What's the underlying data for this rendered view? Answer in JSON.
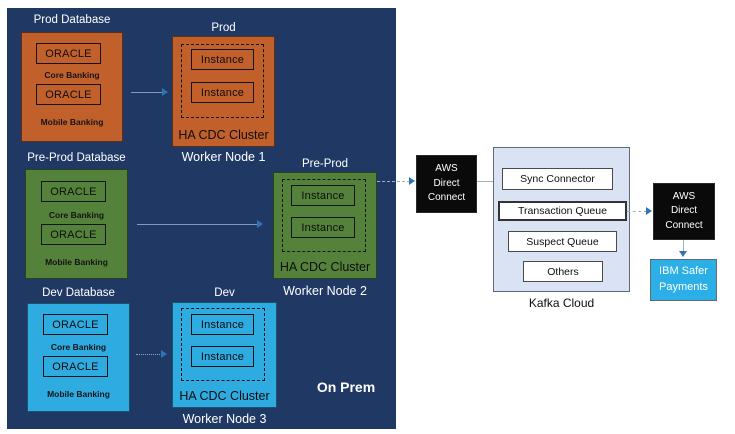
{
  "on_prem_label": "On Prem",
  "environments": [
    {
      "name": "prod",
      "db_title": "Prod Database",
      "db": {
        "oracle_core": "ORACLE",
        "core_label": "Core Banking",
        "oracle_mobile": "ORACLE",
        "mobile_label": "Mobile Banking"
      },
      "cluster_title": "Prod",
      "cluster": {
        "instance_1": "Instance",
        "instance_2": "Instance",
        "caption": "HA CDC Cluster"
      },
      "worker_label": "Worker Node 1",
      "color": "#c2602c",
      "arrow_style": "solid"
    },
    {
      "name": "pre-prod",
      "db_title": "Pre-Prod Database",
      "db": {
        "oracle_core": "ORACLE",
        "core_label": "Core Banking",
        "oracle_mobile": "ORACLE",
        "mobile_label": "Mobile Banking"
      },
      "cluster_title": "Pre-Prod",
      "cluster": {
        "instance_1": "Instance",
        "instance_2": "Instance",
        "caption": "HA CDC Cluster"
      },
      "worker_label": "Worker Node 2",
      "color": "#54823a",
      "arrow_style": "solid"
    },
    {
      "name": "dev",
      "db_title": "Dev Database",
      "db": {
        "oracle_core": "ORACLE",
        "core_label": "Core Banking",
        "oracle_mobile": "ORACLE",
        "mobile_label": "Mobile Banking"
      },
      "cluster_title": "Dev",
      "cluster": {
        "instance_1": "Instance",
        "instance_2": "Instance",
        "caption": "HA CDC Cluster"
      },
      "worker_label": "Worker Node 3",
      "color": "#2eabe0",
      "arrow_style": "dotted"
    }
  ],
  "aws_direct_connect_1": {
    "lines": [
      "AWS",
      "Direct",
      "Connect"
    ]
  },
  "aws_direct_connect_2": {
    "lines": [
      "AWS",
      "Direct",
      "Connect"
    ]
  },
  "kafka_cloud": {
    "label": "Kafka Cloud",
    "components": [
      "Sync Connector",
      "Transaction Queue",
      "Suspect Queue",
      "Others"
    ]
  },
  "ibm_safer_payments": {
    "lines": [
      "IBM Safer",
      "Payments"
    ]
  },
  "colors": {
    "on_prem_navy": "#1f3864",
    "prod_orange": "#c2602c",
    "preprod_green": "#54823a",
    "dev_blue": "#2eabe0",
    "kafka_bg": "#dae3f3",
    "aws_black": "#0a0a0a",
    "ibm_cyan": "#2bafe6",
    "arrowhead_blue": "#2e75b6"
  }
}
